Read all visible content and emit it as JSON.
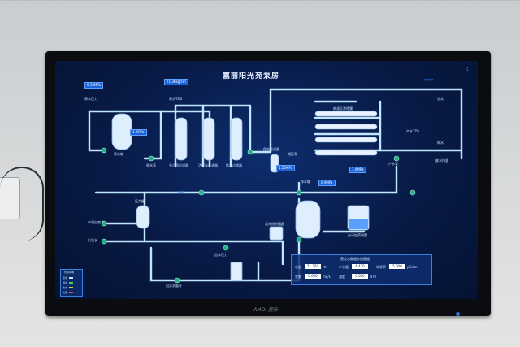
{
  "app": {
    "title": "嘉丽阳光苑泵房",
    "brand": "AMOI 夏新"
  },
  "colors": {
    "pipe": "#bfe6ff",
    "accent": "#1b63d8",
    "tank": "#dfeefc",
    "background": "#081a45"
  },
  "labels": {
    "top_left_value": "0.38MPa",
    "inlet_value": "71.36kg/cm",
    "raw_tank": "原水箱",
    "raw_pump": "原水泵",
    "filter_multi": "多介质过滤器",
    "filter_carbon": "活性炭过滤器",
    "filter_softener": "软水过滤器",
    "security_filter": "保安过滤器",
    "high_pump": "增压泵",
    "ro_membrane": "纳滤反渗透膜",
    "product_tank": "净水箱",
    "product_pump": "产水泵",
    "product_flow": "产水TDS",
    "dosing_device": "自动加药装置",
    "uv_sterilizer": "紫外线杀菌器",
    "outlet_pressure": "出水压力",
    "outlet_meter": "出水流量计",
    "pressure_tank": "压力罐",
    "tap_water": "市政自来水",
    "backwash": "反洗水",
    "raw_tds": "原水TDS",
    "raw_pressure": "原水压力",
    "dense_water": "浓水",
    "pure_water": "纯水",
    "waste_water": "废水排放"
  },
  "values": {
    "v1": "1.2MPa",
    "v2": "1.25MPa",
    "v3": "1.0MPa",
    "v4": "0.9MPa"
  },
  "panel": {
    "title": "直饮水数据水质数据",
    "rows": [
      {
        "label1": "水温",
        "value1": "21.200",
        "unit1": "℃",
        "label2": "产水量",
        "value2": "4.430",
        "unit2": "",
        "label3": "电导率",
        "value3": "5.000",
        "unit3": "μS/cm"
      },
      {
        "label1": "余氯",
        "value1": "0.000",
        "unit1": "mg/L",
        "label2": "浊度",
        "value2": "0.000",
        "unit2": "NTU",
        "label3": "",
        "value3": "",
        "unit3": ""
      }
    ]
  },
  "legend": {
    "title": "管道说明",
    "items": [
      {
        "label": "原水",
        "color": "#bfe6ff"
      },
      {
        "label": "纯水",
        "color": "#48d06c"
      },
      {
        "label": "浓水",
        "color": "#e0c440"
      },
      {
        "label": "反洗",
        "color": "#e05050"
      }
    ]
  }
}
